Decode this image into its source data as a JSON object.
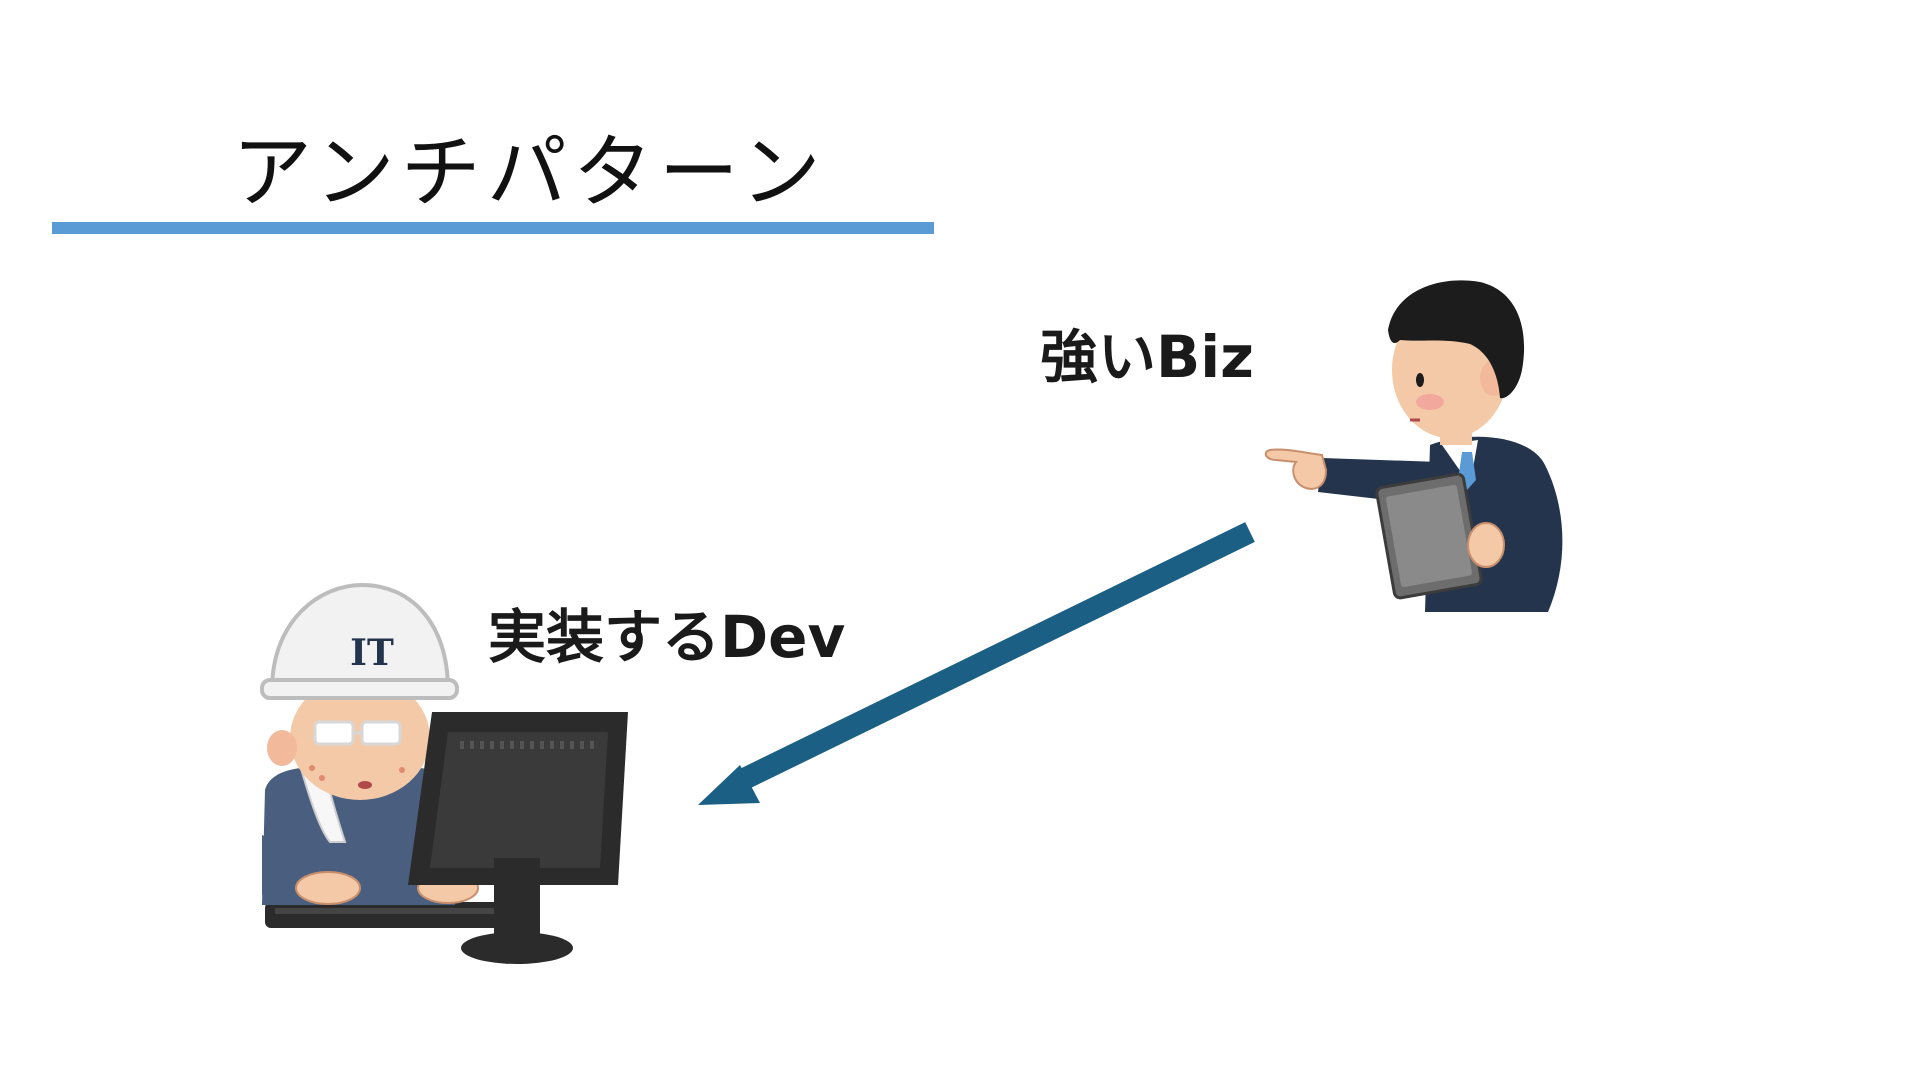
{
  "slide": {
    "title": "アンチパターン",
    "biz_label": "強いBiz",
    "dev_label": "実装するDev",
    "helmet_text": "IT"
  },
  "colors": {
    "title_rule": "#5a9bd5",
    "arrow": "#1b5f85",
    "suit": "#24344d",
    "helmet": "#f2f2f2",
    "monitor": "#2b2b2b"
  },
  "icons": {
    "businessman": "pointing-businessman-icon",
    "developer": "developer-at-computer-icon",
    "arrow": "arrow-down-left-icon"
  }
}
